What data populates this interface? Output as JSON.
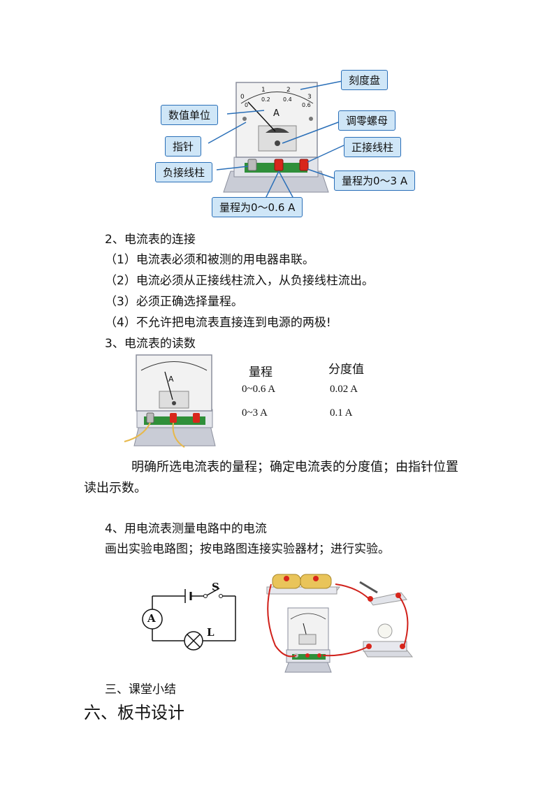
{
  "figure1": {
    "labels": {
      "dial": "刻度盘",
      "unit": "数值单位",
      "zero_nut": "调零螺母",
      "pointer": "指针",
      "positive_terminal": "正接线柱",
      "negative_terminal": "负接线柱",
      "range_large": "量程为0～3 A",
      "range_small": "量程为0～0.6 A"
    },
    "dial_top": [
      "0",
      "1",
      "2",
      "3"
    ],
    "dial_bottom": [
      "0",
      "0.2",
      "0.4",
      "0.6"
    ],
    "unit_symbol": "A"
  },
  "section2": {
    "title": "2、电流表的连接",
    "items": [
      "（1）电流表必须和被测的用电器串联。",
      "（2）电流必须从正接线柱流入，从负接线柱流出。",
      "（3）必须正确选择量程。",
      "（4）不允许把电流表直接连到电源的两极!"
    ]
  },
  "section3": {
    "title": "3、电流表的读数",
    "table": {
      "headers": [
        "量程",
        "分度值"
      ],
      "rows": [
        [
          "0~0.6 A",
          "0.02 A"
        ],
        [
          "0~3 A",
          "0.1 A"
        ]
      ]
    },
    "paragraph_line1": "明确所选电流表的量程；确定电流表的分度值；由指针位置",
    "paragraph_line2": "读出示数。"
  },
  "section4": {
    "title": "4、用电流表测量电路中的电流",
    "text": "画出实验电路图；按电路图连接实验器材；进行实验。",
    "circuit": {
      "switch_label": "S",
      "lamp_label": "L",
      "meter_label": "A"
    }
  },
  "summary": "三、课堂小结",
  "heading6": "六、板书设计",
  "colors": {
    "callout_fill": "#cfe6f7",
    "callout_border": "#2a6fb8",
    "terminal_red": "#d8261c",
    "base_green": "#2f8f3a",
    "wire_red": "#d0201a"
  }
}
